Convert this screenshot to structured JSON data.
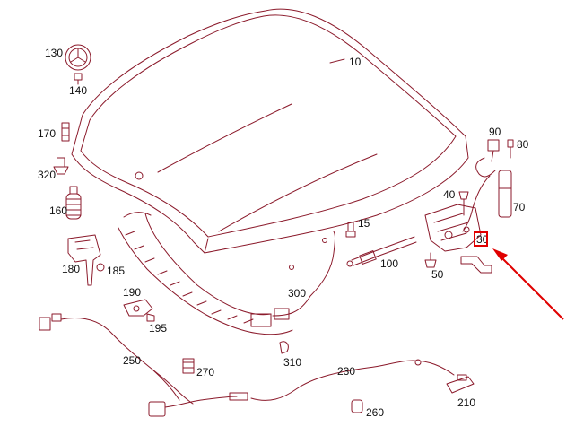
{
  "diagram": {
    "part_numbers": {
      "p10": "10",
      "p130": "130",
      "p140": "140",
      "p170": "170",
      "p320": "320",
      "p160": "160",
      "p180": "180",
      "p185": "185",
      "p190": "190",
      "p195": "195",
      "p250": "250",
      "p270": "270",
      "p300": "300",
      "p310": "310",
      "p230": "230",
      "p260": "260",
      "p210": "210",
      "p15": "15",
      "p100": "100",
      "p40": "40",
      "p50": "50",
      "p30": "30",
      "p90": "90",
      "p80": "80",
      "p70": "70"
    },
    "highlighted_part": "30",
    "colors": {
      "line_art": "#8b1a2b",
      "highlight": "#e00000",
      "label_text": "#111111"
    }
  }
}
